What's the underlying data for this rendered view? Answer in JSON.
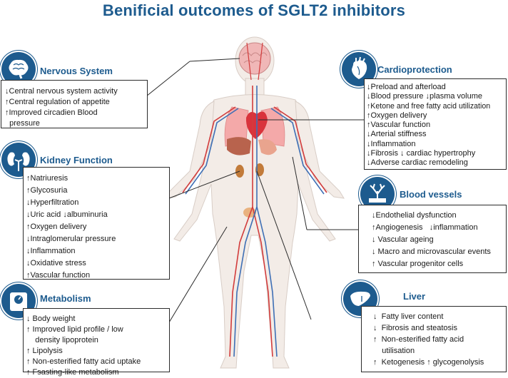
{
  "title": "Benificial outcomes of SGLT2 inhibitors",
  "sections": {
    "nervous": {
      "header": "Nervous System",
      "lines": [
        "↓Central nervous system activity",
        "↑Central regulation of appetite",
        "↑Improved circadien Blood",
        "  pressure"
      ]
    },
    "kidney": {
      "header": "Kidney Function",
      "lines": [
        "↑Natriuresis",
        "↑Glycosuria",
        "↓Hyperfiltration",
        "↓Uric acid  ↓albuminuria",
        "↑Oxygen delivery",
        "↓Intraglomerular pressure",
        "↓Inflammation",
        "↓Oxidative stress",
        "↑Vascular function"
      ]
    },
    "metabolism": {
      "header": "Metabolism",
      "lines": [
        "↓ Body weight",
        "↑ Improved lipid profile / low",
        "    density lipoprotein",
        "↑ Lipolysis",
        "↑ Non-esterified fatty acid uptake",
        "↑ Fsasting-like metabolism"
      ]
    },
    "cardio": {
      "header": "Cardioprotection",
      "lines": [
        "↓Preload and afterload",
        "↓Blood pressure  ↓plasma volume",
        "↑Ketone and free fatty acid utilization",
        "↑Oxygen delivery",
        "↑Vascular function",
        "↓Arterial stiffness",
        "↓Inflammation",
        "↓Fibrosis  ↓ cardiac hypertrophy",
        "↓Adverse cardiac remodeling"
      ]
    },
    "vessels": {
      "header": "Blood vessels",
      "lines": [
        "↓Endothelial dysfunction",
        "↑Angiogenesis   ↓inflammation",
        "↓ Vascular ageing",
        "↓ Macro and microvascular events",
        "↑ Vascular progenitor cells"
      ]
    },
    "liver": {
      "header": "Liver",
      "lines": [
        "↓  Fatty liver content",
        "↓  Fibrosis and steatosis",
        "↑  Non-esterified fatty acid",
        "    utilisation",
        "↑  Ketogenesis ↑ glycogenolysis"
      ]
    }
  },
  "icons": {
    "nervous": "brain-icon",
    "kidney": "kidneys-icon",
    "metabolism": "scale-icon",
    "cardio": "heart-icon",
    "vessels": "blood-vessel-icon",
    "liver": "liver-icon"
  },
  "colors": {
    "title": "#1d5b8e",
    "icon_bg": "#1d5b8e",
    "skin": "#f2ebe6",
    "artery": "#d23c3c",
    "vein": "#3e6fb5"
  }
}
